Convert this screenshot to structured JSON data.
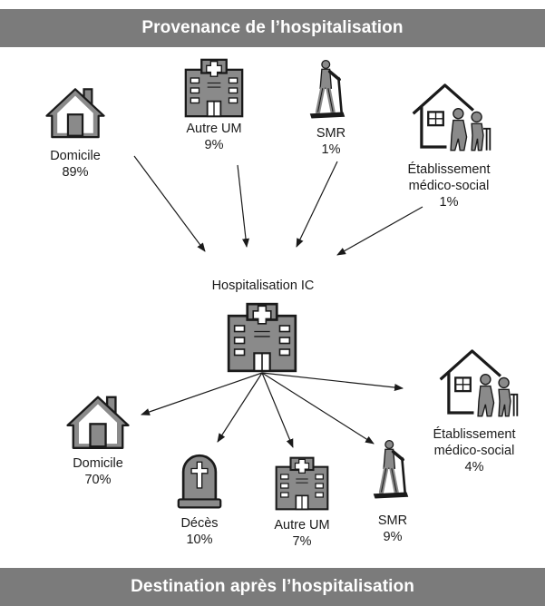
{
  "header": {
    "title": "Provenance de l’hospitalisation"
  },
  "footer": {
    "title": "Destination après l’hospitalisation"
  },
  "center": {
    "label": "Hospitalisation IC"
  },
  "provenance": [
    {
      "label": "Domicile",
      "value": "89%",
      "icon": "house-icon"
    },
    {
      "label": "Autre UM",
      "value": "9%",
      "icon": "hospital-icon"
    },
    {
      "label": "SMR",
      "value": "1%",
      "icon": "treadmill-icon"
    },
    {
      "label_line1": "Établissement",
      "label_line2": "médico-social",
      "value": "1%",
      "icon": "nursing-home-icon"
    }
  ],
  "destination": [
    {
      "label": "Domicile",
      "value": "70%",
      "icon": "house-icon"
    },
    {
      "label": "Décès",
      "value": "10%",
      "icon": "tombstone-icon"
    },
    {
      "label": "Autre UM",
      "value": "7%",
      "icon": "hospital-icon"
    },
    {
      "label": "SMR",
      "value": "9%",
      "icon": "treadmill-icon"
    },
    {
      "label_line1": "Établissement",
      "label_line2": "médico-social",
      "value": "4%",
      "icon": "nursing-home-icon"
    }
  ],
  "colors": {
    "banner_bg": "#7b7b7b",
    "banner_text": "#ffffff",
    "icon_fill": "#8a8a8a",
    "icon_stroke": "#1a1a1a"
  }
}
